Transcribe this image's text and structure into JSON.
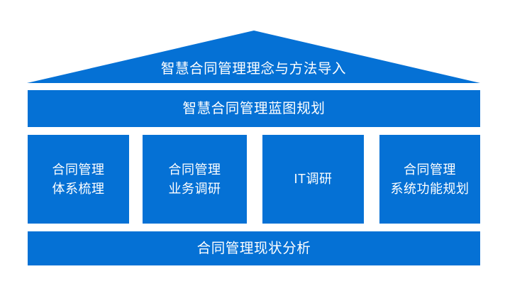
{
  "diagram": {
    "type": "temple-pyramid",
    "title": "智慧合同管理理念与方法导入",
    "accent_color": "#0571d5",
    "text_color": "#ffffff",
    "background_color": "#ffffff",
    "roof": {
      "label": "智慧合同管理理念与方法导入"
    },
    "blueprint_band": {
      "label": "智慧合同管理蓝图规划"
    },
    "pillars": [
      {
        "label": "合同管理\n体系梳理"
      },
      {
        "label": "合同管理\n业务调研"
      },
      {
        "label": "IT调研"
      },
      {
        "label": "合同管理\n系统功能规划"
      }
    ],
    "base_band": {
      "label": "合同管理现状分析"
    }
  }
}
